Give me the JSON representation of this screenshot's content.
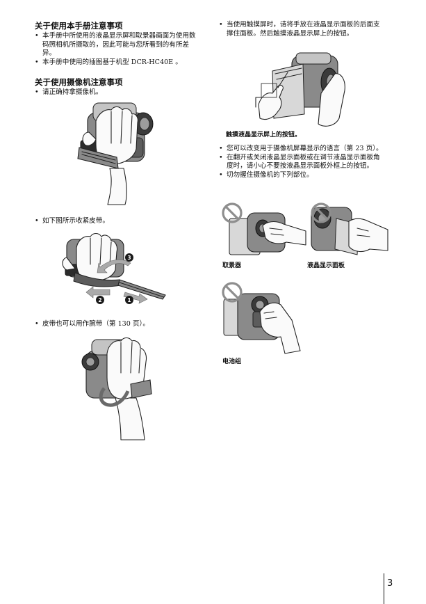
{
  "left": {
    "section1": {
      "heading": "关于使用本手册注意事项",
      "bullets": [
        "本手册中所使用的液晶显示屏和取景器画面为使用数码照相机所摄取的，因此可能与您所看到的有所差异。",
        "本手册中使用的插图基于机型 DCR-HC40E 。"
      ]
    },
    "section2": {
      "heading": "关于使用摄像机注意事项",
      "bullets": [
        "请正确持拿摄像机。",
        "如下图所示收紧皮带。",
        "皮带也可以用作腕带（第 130 页）。"
      ]
    },
    "strap_steps": [
      "1",
      "2",
      "3"
    ]
  },
  "right": {
    "bullets_top": [
      "当使用触摸屏时，请将手放在液晶显示面板的后面支撑住面板。然后触摸液晶显示屏上的按钮。"
    ],
    "touch_caption": "触摸液晶显示屏上的按钮。",
    "bullets_bottom": [
      "您可以改变用于摄像机屏幕显示的语言（第 23 页）。",
      "在翻开或关闭液晶显示面板或在调节液晶显示面板角度时，请小心不要按液晶显示面板外框上的按钮。",
      "切勿握住摄像机的下列部位。"
    ],
    "captions": {
      "viewfinder": "取景器",
      "lcd_panel": "液晶显示面板",
      "battery": "电池组"
    }
  },
  "page_number": "3",
  "icons": {
    "prohibited": "prohibited-icon",
    "step": "step-number-icon"
  }
}
